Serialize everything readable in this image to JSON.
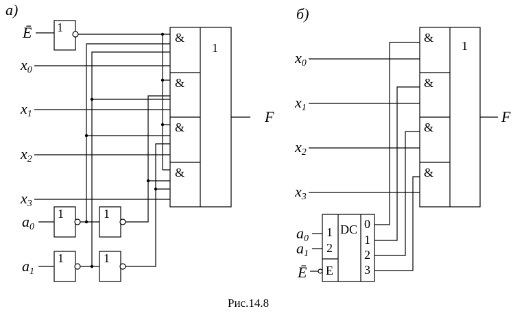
{
  "figure": {
    "panel_a": "а)",
    "panel_b": "б)",
    "caption": "Рис.14.8"
  },
  "panel_a": {
    "enable_label": "Ē",
    "inputs": [
      "x0",
      "x1",
      "x2",
      "x3"
    ],
    "address_inputs": [
      "a0",
      "a1"
    ],
    "output": "F",
    "not_label": "1",
    "and_label": "&",
    "or_label": "1"
  },
  "panel_b": {
    "inputs": [
      "x0",
      "x1",
      "x2",
      "x3"
    ],
    "address_inputs": [
      "a0",
      "a1"
    ],
    "enable_label": "Ē",
    "decoder": {
      "title": "DC",
      "in_labels": [
        "1",
        "2"
      ],
      "enable_pin": "E",
      "out_labels": [
        "0",
        "1",
        "2",
        "3"
      ]
    },
    "output": "F",
    "and_label": "&",
    "or_label": "1"
  }
}
